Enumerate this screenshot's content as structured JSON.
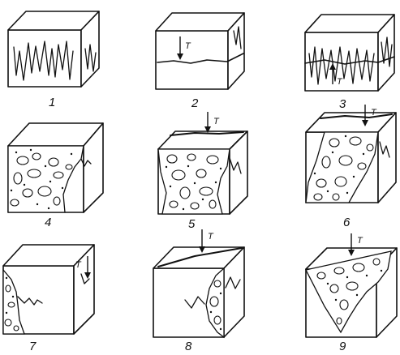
{
  "panels": [
    {
      "id": "1",
      "number": "1"
    },
    {
      "id": "2",
      "number": "2",
      "arrow_label": "T"
    },
    {
      "id": "3",
      "number": "3",
      "arrow_label": "T"
    },
    {
      "id": "4",
      "number": "4"
    },
    {
      "id": "5",
      "number": "5",
      "arrow_label": "T"
    },
    {
      "id": "6",
      "number": "6",
      "arrow_label": "T"
    },
    {
      "id": "7",
      "number": "7",
      "arrow_label": "T"
    },
    {
      "id": "8",
      "number": "8",
      "arrow_label": "T"
    },
    {
      "id": "9",
      "number": "9",
      "arrow_label": "T"
    }
  ]
}
